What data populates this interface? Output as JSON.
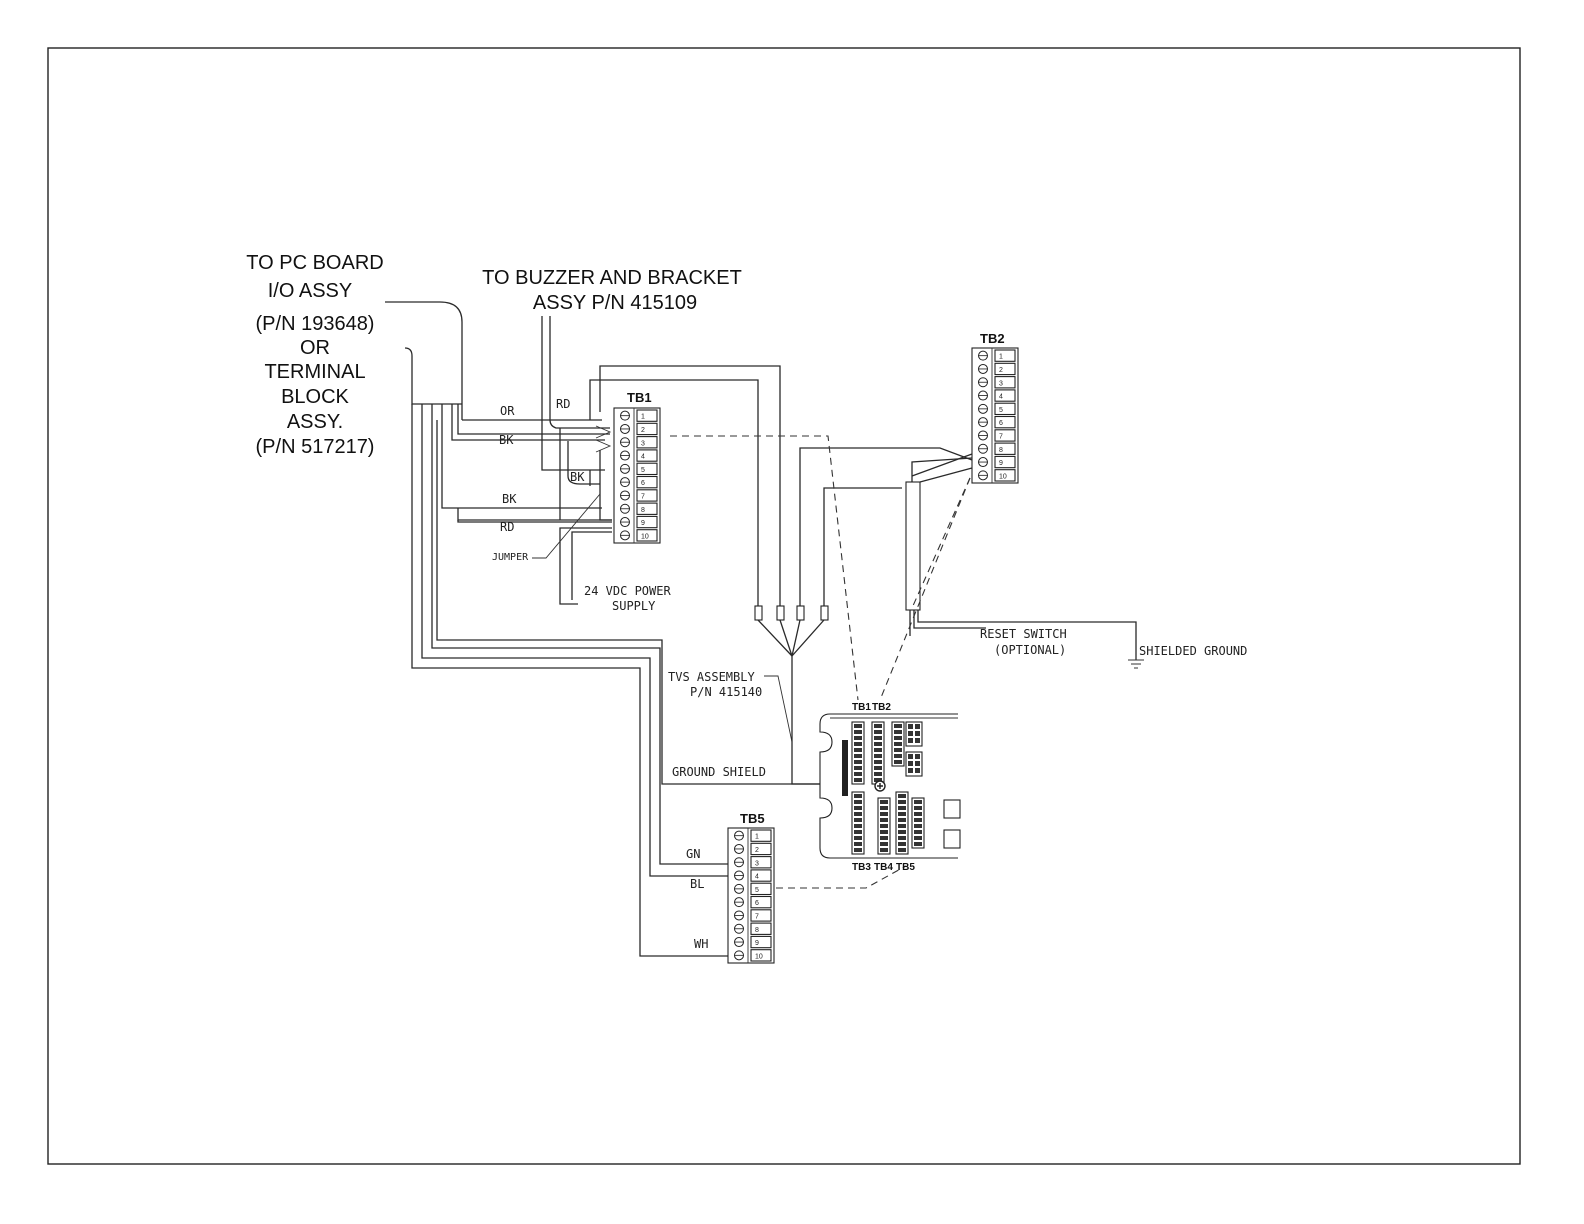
{
  "labels": {
    "pc_board": [
      "TO PC BOARD",
      "I/O ASSY",
      "(P/N 193648)",
      "OR",
      "TERMINAL",
      "BLOCK",
      "ASSY.",
      "(P/N 517217)"
    ],
    "buzzer": [
      "TO BUZZER AND BRACKET",
      "ASSY P/N 415109"
    ],
    "tb1": "TB1",
    "tb2": "TB2",
    "tb5": "TB5",
    "wire_or": "OR",
    "wire_rd_top": "RD",
    "wire_bk_1": "BK",
    "wire_bk_2": "BK",
    "wire_bk_3": "BK",
    "wire_rd_bottom": "RD",
    "jumper": "JUMPER",
    "power_supply": [
      "24 VDC POWER",
      "SUPPLY"
    ],
    "tvs": [
      "TVS ASSEMBLY",
      "P/N 415140"
    ],
    "ground_shield": "GROUND SHIELD",
    "reset_switch": [
      "RESET SWITCH",
      "(OPTIONAL)"
    ],
    "shielded_ground": "SHIELDED GROUND",
    "wire_gn": "GN",
    "wire_bl": "BL",
    "wire_wh": "WH",
    "board_tb_top": [
      "TB1",
      "TB2"
    ],
    "board_tb_bottom": [
      "TB3",
      "TB4",
      "TB5"
    ]
  },
  "terminal_numbers": [
    "1",
    "2",
    "3",
    "4",
    "5",
    "6",
    "7",
    "8",
    "9",
    "10"
  ]
}
